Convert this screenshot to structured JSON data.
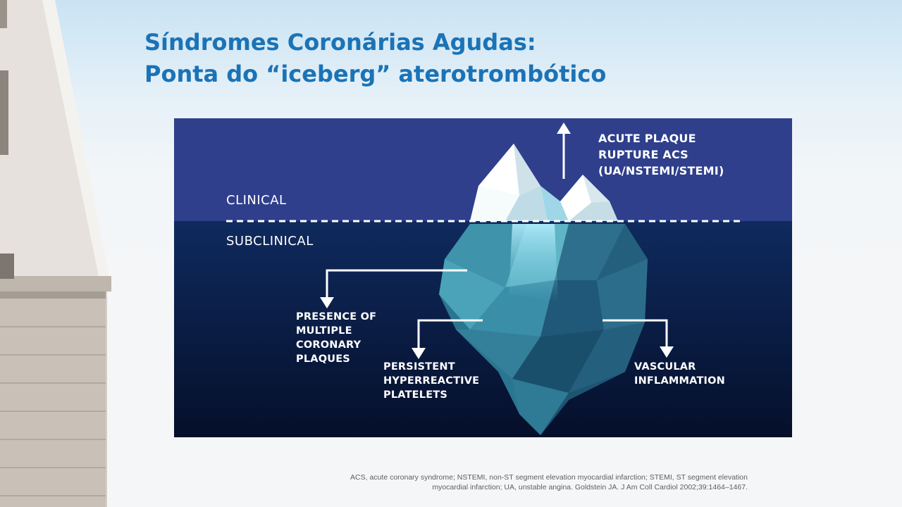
{
  "slide": {
    "title_line1": "Síndromes Coronárias Agudas:",
    "title_line2": "Ponta do “iceberg” aterotrombótico"
  },
  "diagram": {
    "zones": {
      "clinical": "CLINICAL",
      "subclinical": "SUBCLINICAL"
    },
    "labels": {
      "acute_line1": "ACUTE PLAQUE",
      "acute_line2": "RUPTURE ACS",
      "acute_line3": "(UA/NSTEMI/STEMI)",
      "plaques_line1": "PRESENCE OF",
      "plaques_line2": "MULTIPLE",
      "plaques_line3": "CORONARY",
      "plaques_line4": "PLAQUES",
      "platelets_line1": "PERSISTENT",
      "platelets_line2": "HYPERREACTIVE",
      "platelets_line3": "PLATELETS",
      "inflammation_line1": "VASCULAR",
      "inflammation_line2": "INFLAMMATION"
    },
    "colors": {
      "clinical_zone": "#2f3f8c",
      "subclinical_top": "#0f2a5e",
      "subclinical_bottom": "#050f2a",
      "ice_tip": "#eef5f8",
      "ice_under": "#2f7f9a",
      "arrow": "#ffffff"
    }
  },
  "footnote": {
    "line1": "ACS, acute coronary syndrome; NSTEMI, non-ST segment elevation myocardial infarction; STEMI, ST segment elevation",
    "line2": "myocardial infarction; UA, unstable angina. Goldstein JA. J Am Coll Cardiol 2002;39:1464–1467."
  }
}
